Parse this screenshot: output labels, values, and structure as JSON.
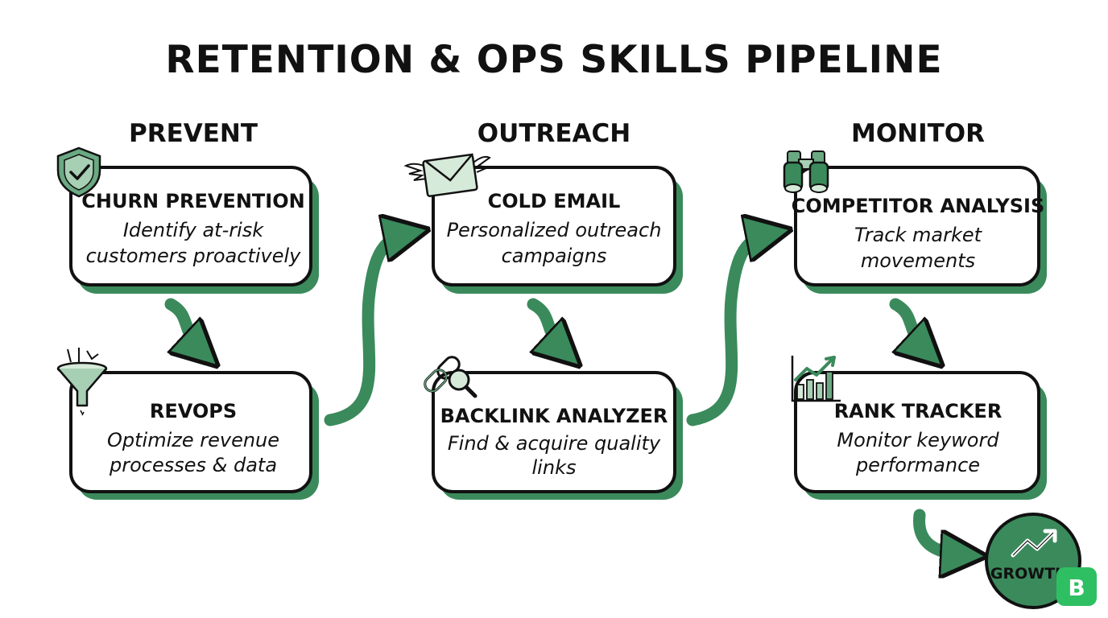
{
  "title": "RETENTION & OPS SKILLS PIPELINE",
  "columns": [
    {
      "heading": "PREVENT",
      "cards": [
        {
          "title": "CHURN PREVENTION",
          "lines": [
            "Identify at-risk",
            "customers proactively"
          ],
          "icon": "shield-check-icon"
        },
        {
          "title": "REVOPS",
          "lines": [
            "Optimize revenue",
            "processes & data"
          ],
          "icon": "funnel-icon"
        }
      ]
    },
    {
      "heading": "OUTREACH",
      "cards": [
        {
          "title": "COLD EMAIL",
          "lines": [
            "Personalized outreach",
            "campaigns"
          ],
          "icon": "winged-envelope-icon"
        },
        {
          "title": "BACKLINK ANALYZER",
          "lines": [
            "Find & acquire quality",
            "links"
          ],
          "icon": "link-magnifier-icon"
        }
      ]
    },
    {
      "heading": "MONITOR",
      "cards": [
        {
          "title": "COMPETITOR ANALYSIS",
          "lines": [
            "Track market",
            "movements"
          ],
          "icon": "binoculars-icon"
        },
        {
          "title": "RANK TRACKER",
          "lines": [
            "Monitor keyword",
            "performance"
          ],
          "icon": "rising-bar-chart-icon"
        }
      ]
    }
  ],
  "growth": {
    "label": "GROWTH",
    "icon": "trend-arrow-icon"
  },
  "brand_badge": {
    "letter": "B"
  },
  "colors": {
    "accent": "#3b8a5c",
    "accent_light": "#d6ead9",
    "ink": "#111111",
    "badge": "#2fbf63"
  }
}
